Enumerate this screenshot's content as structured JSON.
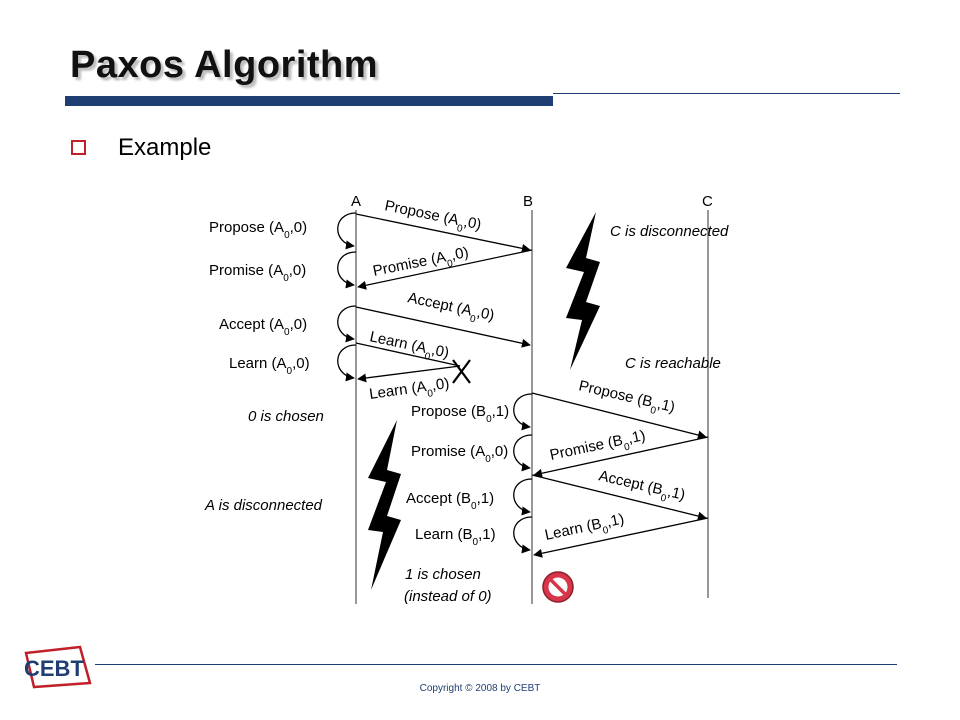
{
  "slide": {
    "title": "Paxos Algorithm",
    "bullet": "Example",
    "copyright": "Copyright © 2008 by CEBT",
    "logo_text": "CEBT"
  },
  "diagram": {
    "nodes": [
      "A",
      "B",
      "C"
    ],
    "left_labels": {
      "propose_a": "Propose (A0,0)",
      "promise_a": "Promise (A0,0)",
      "accept_a": "Accept (A0,0)",
      "learn_a": "Learn (A0,0)",
      "zero_chosen": "0 is chosen",
      "a_disconnected": "A is disconnected"
    },
    "middle_labels": {
      "propose_b": "Propose (B0,1)",
      "promise_a_b": "Promise (A0,0)",
      "accept_b": "Accept (B0,1)",
      "learn_b": "Learn (B0,1)",
      "one_chosen_1": "1 is chosen",
      "one_chosen_2": "(instead of 0)"
    },
    "right_labels": {
      "c_disconnected": "C is disconnected",
      "c_reachable": "C is reachable"
    },
    "messages": {
      "propose_ab": "Propose (A0,0)",
      "promise_ba": "Promise (A0,0)",
      "accept_ab": "Accept (A0,0)",
      "learn_ab": "Learn (A0,0)",
      "learn_ba": "Learn (A0,0)",
      "propose_bc": "Propose (B0,1)",
      "promise_cb": "Promise (B0,1)",
      "accept_bc": "Accept (B0,1)",
      "learn_cb": "Learn (B0,1)"
    }
  },
  "colors": {
    "title_bar": "#1f3f73",
    "bullet": "#c0202a",
    "no_sign": "#d8344a"
  }
}
